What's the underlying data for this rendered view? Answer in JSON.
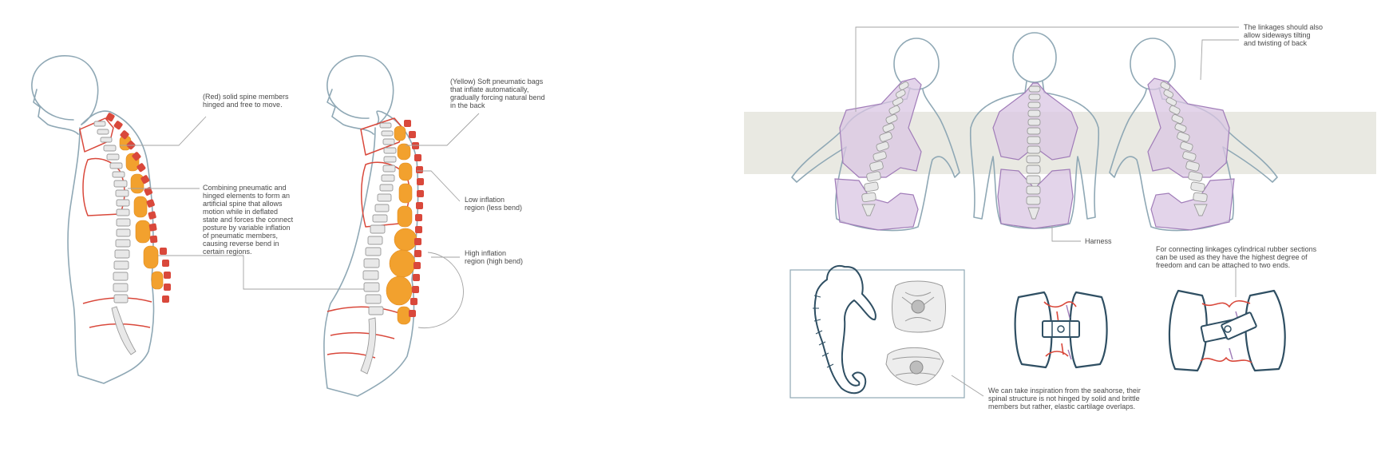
{
  "annotations": {
    "red_members": "(Red) solid spine members\nhinged and free to move.",
    "combining": "Combining pneumatic and\nhinged elements to form an\nartificial spine that allows\nmotion while in deflated\nstate and forces the connect\nposture by variable inflation\nof pneumatic members,\ncausing reverse bend in\ncertain regions.",
    "yellow_bags": "(Yellow) Soft pneumatic bags\nthat inflate automatically,\ngradually forcing natural bend\nin the back",
    "low_inflation": "Low inflation\nregion (less bend)",
    "high_inflation": "High inflation\nregion (high bend)",
    "linkages_tilt": "The linkages should also\nallow sideways tilting\nand twisting of back",
    "harness": "Harness",
    "rubber_sections": "For connecting linkages cylindrical rubber sections\ncan be used as they have the highest degree of\nfreedom and can be attached to two ends.",
    "seahorse": "We can take inspiration from the seahorse, their\nspinal structure is not hinged by solid and brittle\nmembers but rather, elastic cartilage overlaps."
  },
  "colors": {
    "hinged_members": "#d9483b",
    "pneumatic_bags": "#f2a12e",
    "harness": "#c8a8d9",
    "band": "#e9e9e2",
    "linkage": "#2f4f63"
  }
}
